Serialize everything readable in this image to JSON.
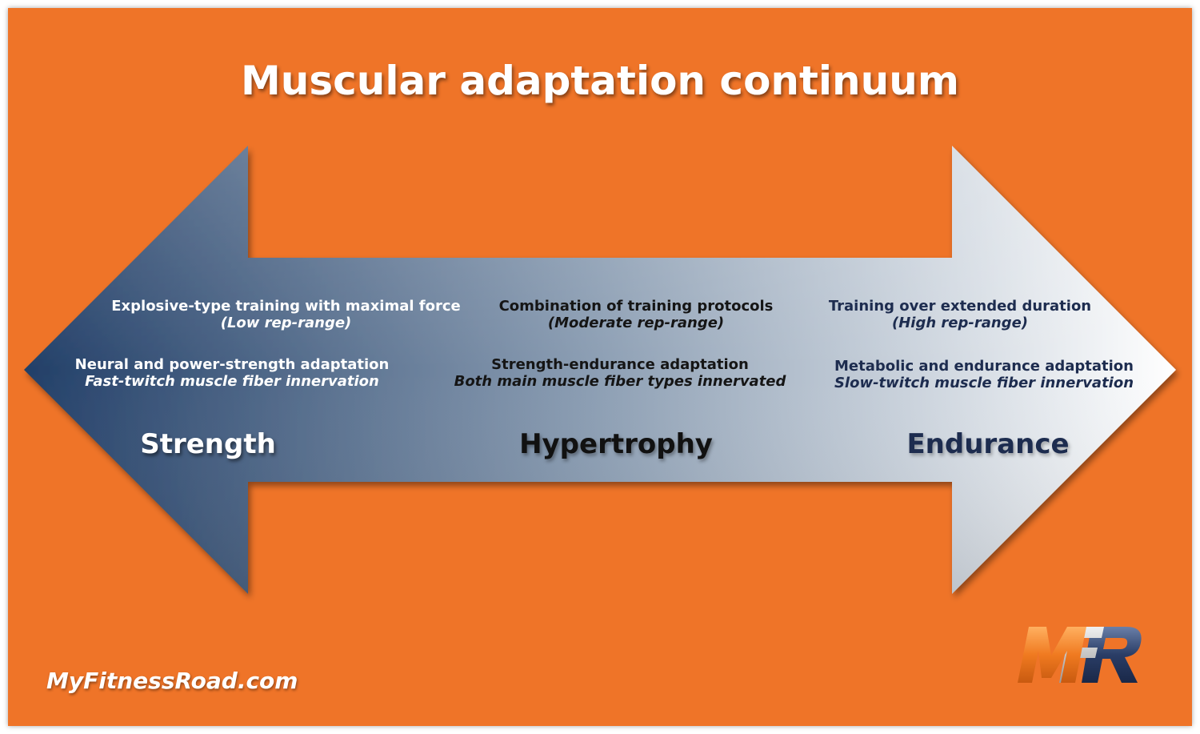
{
  "title": "Muscular adaptation continuum",
  "colors": {
    "background": "#ef7428",
    "arrow_left": "#223f68",
    "arrow_right": "#ffffff",
    "logo_orange": "#f07a20",
    "logo_navy": "#2a3d66"
  },
  "stages": [
    {
      "name": "Strength",
      "training": "Explosive-type training with maximal force",
      "rep_range": "(Low rep-range)",
      "adaptation": "Neural and power-strength adaptation",
      "fiber": "Fast-twitch muscle fiber innervation"
    },
    {
      "name": "Hypertrophy",
      "training": "Combination of training protocols",
      "rep_range": "(Moderate rep-range)",
      "adaptation": "Strength-endurance adaptation",
      "fiber": "Both main muscle fiber types innervated"
    },
    {
      "name": "Endurance",
      "training": "Training over extended duration",
      "rep_range": "(High rep-range)",
      "adaptation": "Metabolic and endurance adaptation",
      "fiber": "Slow-twitch muscle fiber innervation"
    }
  ],
  "footer": {
    "website": "MyFitnessRoad.com",
    "logo_text": "MFR"
  }
}
